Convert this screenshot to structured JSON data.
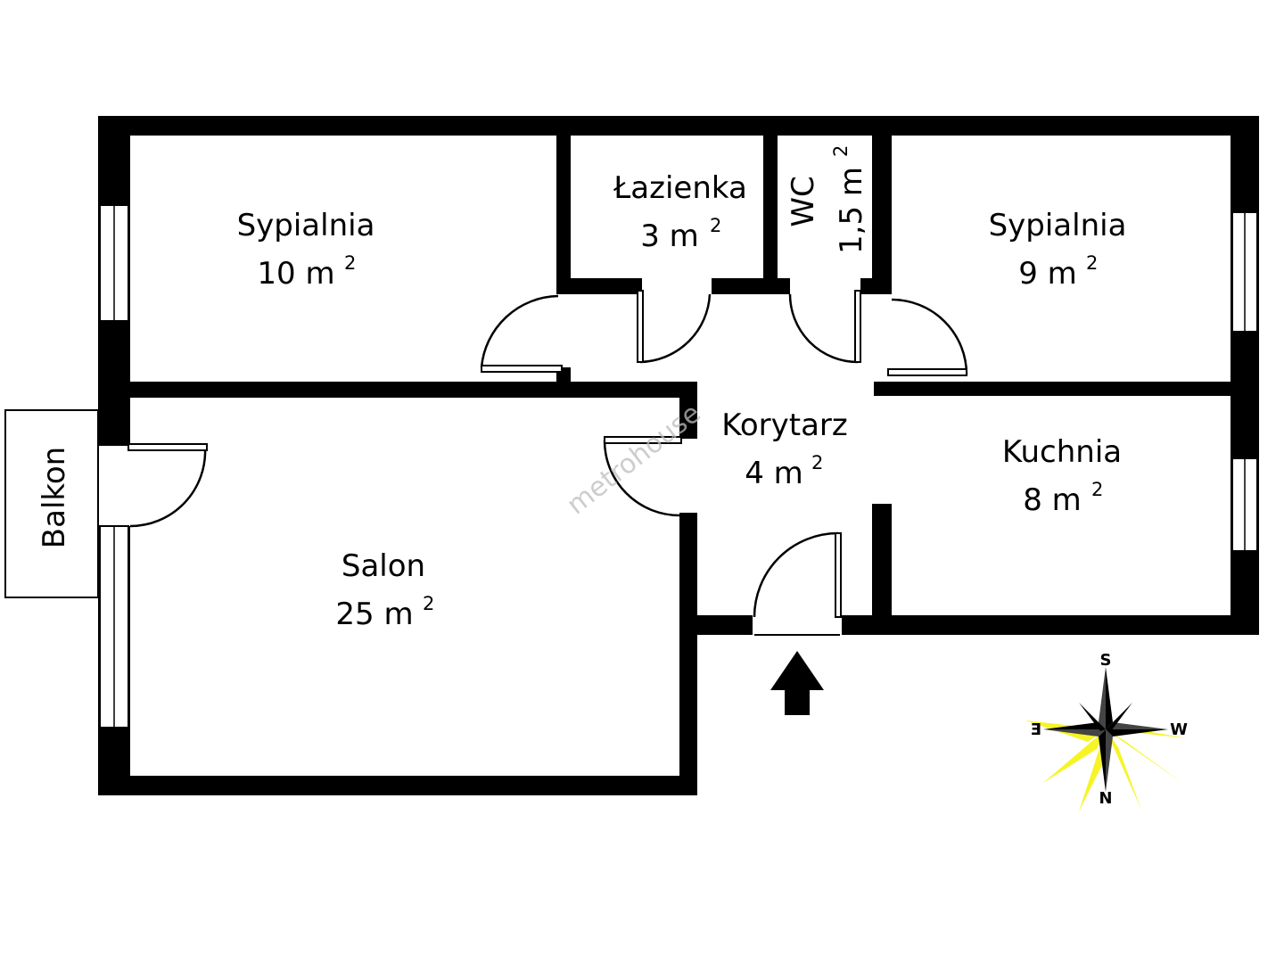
{
  "rooms": {
    "sypialnia_left": {
      "name": "Sypialnia",
      "area": "10 m",
      "sup": "2"
    },
    "lazienka": {
      "name": "Łazienka",
      "area": "3 m",
      "sup": "2"
    },
    "wc": {
      "name": "WC",
      "area": "1,5 m",
      "sup": "2"
    },
    "sypialnia_right": {
      "name": "Sypialnia",
      "area": "9 m",
      "sup": "2"
    },
    "korytarz": {
      "name": "Korytarz",
      "area": "4 m",
      "sup": "2"
    },
    "kuchnia": {
      "name": "Kuchnia",
      "area": "8 m",
      "sup": "2"
    },
    "salon": {
      "name": "Salon",
      "area": "25 m",
      "sup": "2"
    },
    "balkon": {
      "name": "Balkon"
    }
  },
  "watermark": "metrohouse",
  "compass": {
    "top": "S",
    "left": "E",
    "right": "W",
    "bottom": "N"
  },
  "colors": {
    "walls": "#000000",
    "compass_glow": "#f5f200",
    "watermark": "#bdbdbd"
  }
}
